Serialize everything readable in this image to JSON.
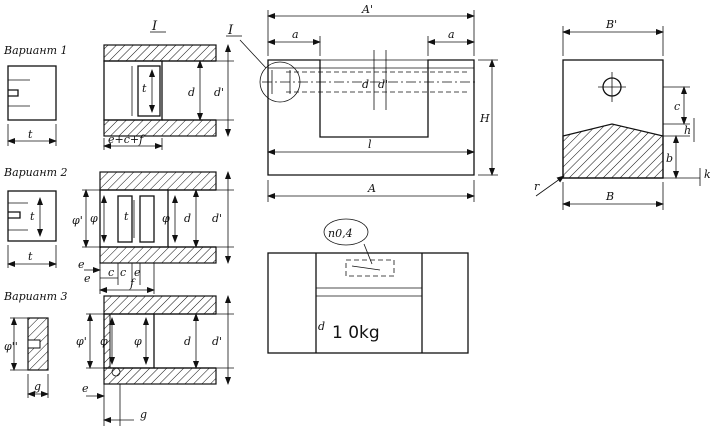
{
  "variants": {
    "v1": "Вариант 1",
    "v2": "Вариант 2",
    "v3": "Вариант 3"
  },
  "detail_mark": "I",
  "labels": {
    "t": "t",
    "d": "d",
    "d_prime": "d'",
    "e": "e",
    "c": "c",
    "f": "f",
    "g": "g",
    "phi": "φ",
    "phi_prime": "φ'",
    "phi_dprime": "φ''",
    "ecf": "e+c+f",
    "a": "a",
    "A_prime": "A'",
    "A": "A",
    "l": "l",
    "H": "H",
    "B_prime": "B'",
    "B": "B",
    "b": "b",
    "h": "h",
    "k": "k",
    "r": "r"
  },
  "roughness": "n0,4",
  "weight_mark": "1 0kg"
}
